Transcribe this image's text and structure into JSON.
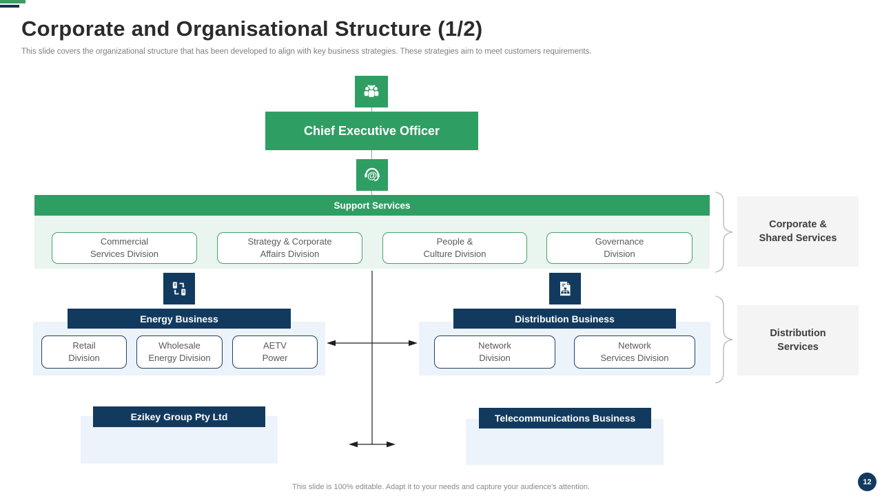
{
  "slide": {
    "title": "Corporate and Organisational Structure (1/2)",
    "subtitle": "This slide covers the organizational structure that has been developed to align with key business strategies. These strategies aim to meet customers requirements.",
    "footer_note": "This slide is 100% editable. Adapt it to your needs and capture your audience's attention.",
    "page_number": "12"
  },
  "org_chart": {
    "ceo_label": "Chief Executive Officer",
    "support": {
      "header": "Support Services",
      "divisions": [
        "Commercial\nServices Division",
        "Strategy & Corporate\nAffairs Division",
        "People &\nCulture Division",
        "Governance\nDivision"
      ]
    },
    "energy": {
      "header": "Energy Business",
      "divisions": [
        "Retail\nDivision",
        "Wholesale\nEnergy Division",
        "AETV\nPower"
      ]
    },
    "distribution": {
      "header": "Distribution Business",
      "divisions": [
        "Network\nDivision",
        "Network\nServices Division"
      ]
    },
    "groups": {
      "ezikey": "Ezikey Group Pty Ltd",
      "telecom": "Telecommunications Business"
    },
    "side_labels": {
      "corporate_shared": "Corporate &\nShared Services",
      "distribution_services": "Distribution\nServices"
    },
    "icons": {
      "ceo_top": "people-group-icon",
      "ceo_bottom": "headset-at-icon",
      "energy": "exchange-icon",
      "distribution": "org-document-icon"
    }
  },
  "colors": {
    "green": "#2f9e63",
    "navy": "#123a5e",
    "mint_panel": "#e9f5ee",
    "blue_panel": "#ecf3fb",
    "gray_panel": "#f4f4f4"
  }
}
